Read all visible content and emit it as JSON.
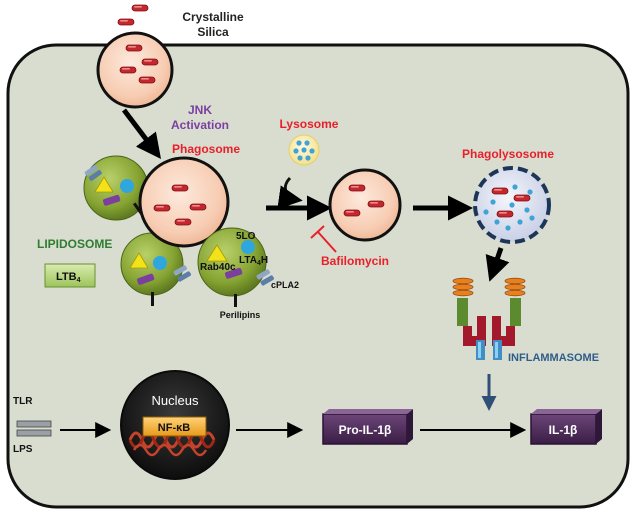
{
  "labels": {
    "crystalline": "Crystalline",
    "silica": "Silica",
    "jnk": "JNK",
    "activation": "Activation",
    "phagosome": "Phagosome",
    "lysosome": "Lysosome",
    "phagolysosome": "Phagolysosome",
    "lipidosome": "LIPIDOSOME",
    "ltb4_main": "LTB",
    "ltb4_sub": "4",
    "five_lo": "5LO",
    "lta4h_a": "LTA",
    "lta4h_sub": "4",
    "lta4h_b": "H",
    "rab40c": "Rab40c",
    "cpla2": "cPLA2",
    "perilipins": "Perilipins",
    "bafilomycin": "Bafilomycin",
    "inflammasome": "INFLAMMASOME",
    "nucleus": "Nucleus",
    "nfkb": "NF-κB",
    "pro_il1b": "Pro-IL-1β",
    "il1b": "IL-1β",
    "tlr": "TLR",
    "lps": "LPS"
  },
  "colors": {
    "cell_fill": "#d9ddd0",
    "label_red": "#e8202a",
    "label_purple": "#7b3fa0",
    "label_green": "#2e7d32",
    "label_blue": "#2f5d8a",
    "lipid_body": "#7a9a28",
    "cytokine_box": "#4e2a5a"
  }
}
